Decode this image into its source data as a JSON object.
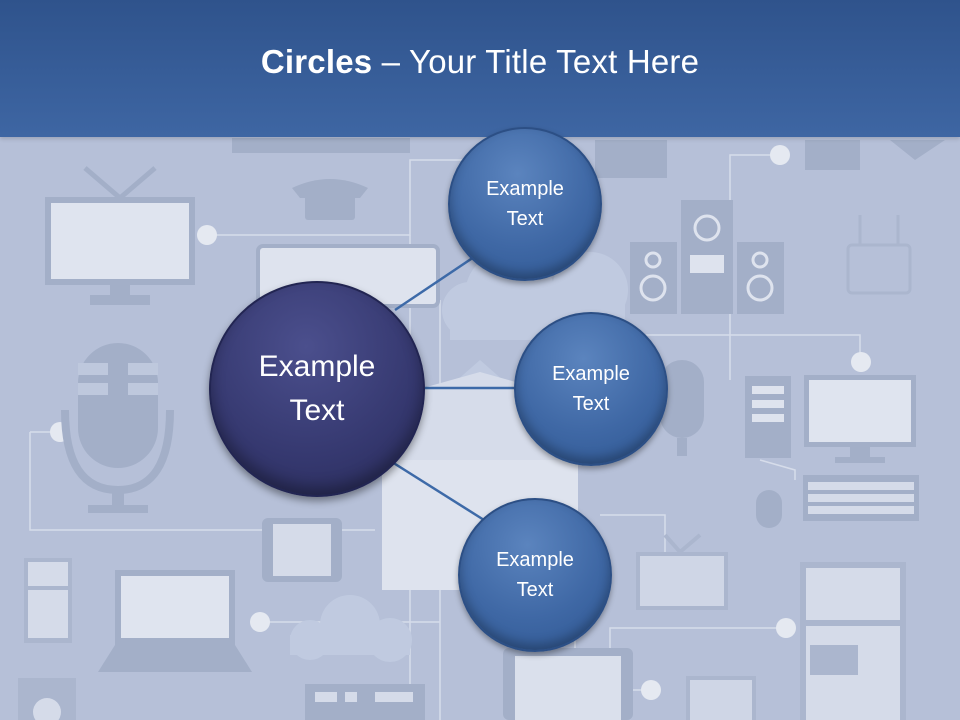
{
  "title": {
    "bold": "Circles",
    "rest": " – Your Title Text Here"
  },
  "center": {
    "label": "Example\nText"
  },
  "satellites": [
    {
      "label": "Example\nText"
    },
    {
      "label": "Example\nText"
    },
    {
      "label": "Example\nText"
    }
  ],
  "colors": {
    "header": "#3a5f9c",
    "center_circle": "#35386f",
    "satellite_circle": "#3f68a5",
    "connector": "#3d6aa8",
    "background": "#b7c1d9"
  },
  "background_icons": [
    "tv-icon",
    "phone-icon",
    "monitor-icon",
    "microphone-icon",
    "speakers-icon",
    "router-icon",
    "cloud-icon",
    "house-icon",
    "tablet-icon",
    "laptop-icon",
    "fridge-icon",
    "washer-icon",
    "desktop-tower-icon",
    "keyboard-icon",
    "mouse-icon",
    "dvd-player-icon"
  ]
}
